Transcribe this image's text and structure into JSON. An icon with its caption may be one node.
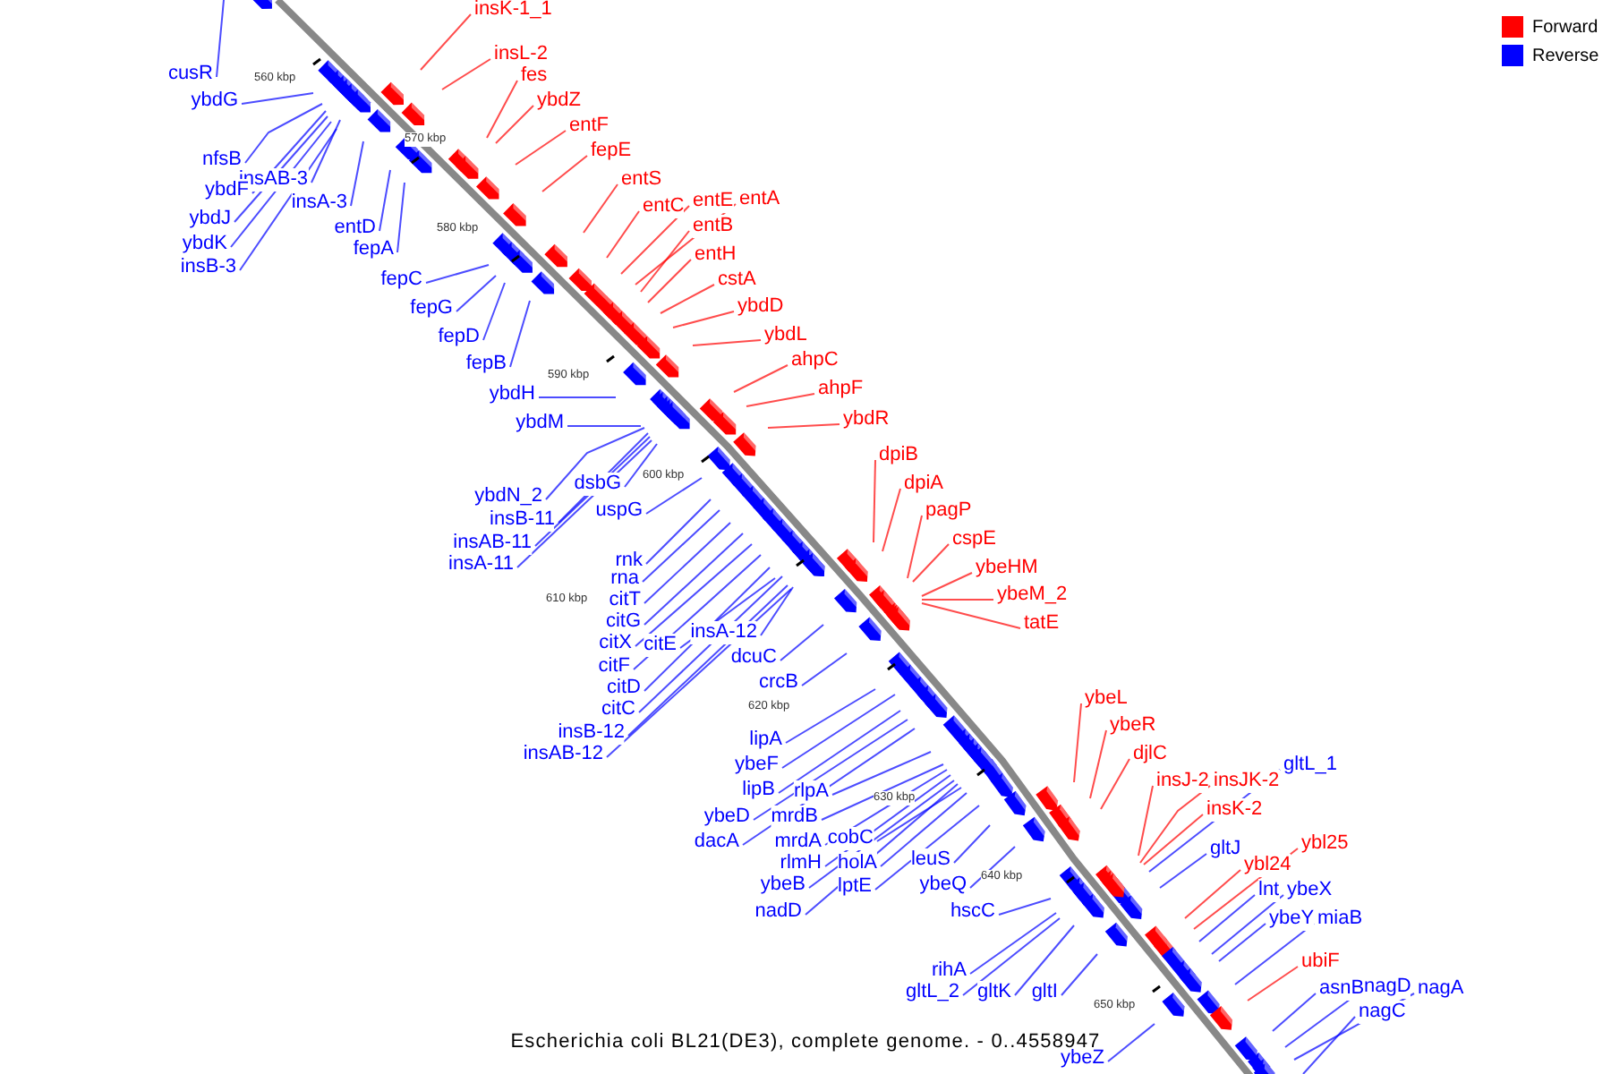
{
  "diagram": {
    "caption": "Escherichia coli BL21(DE3), complete genome. - 0..4558947",
    "nodes": [
      {
        "text": [
          "cusR"
        ]
      },
      {
        "text": [
          "insK-1_1"
        ]
      },
      {
        "text": [
          "insL-2"
        ]
      },
      {
        "text": [
          "fes"
        ]
      },
      {
        "text": [
          "ybdG"
        ]
      },
      {
        "text": [
          "ybdZ"
        ]
      },
      {
        "text": [
          "entF"
        ]
      },
      {
        "text": [
          "fepE"
        ]
      },
      {
        "text": [
          "nfsB"
        ]
      },
      {
        "text": [
          "insAB-3"
        ]
      },
      {
        "text": [
          "entS"
        ]
      },
      {
        "text": [
          "ybdF"
        ]
      },
      {
        "text": [
          "entA"
        ]
      },
      {
        "text": [
          "entE"
        ]
      },
      {
        "text": [
          "insA-3"
        ]
      },
      {
        "text": [
          "entC"
        ]
      },
      {
        "text": [
          "ybdJ"
        ]
      },
      {
        "text": [
          "entB"
        ]
      },
      {
        "text": [
          "entD"
        ]
      },
      {
        "text": [
          "ybdK"
        ]
      },
      {
        "text": [
          "fepA"
        ]
      },
      {
        "text": [
          "entH"
        ]
      },
      {
        "text": [
          "insB-3"
        ]
      },
      {
        "text": [
          "fepC"
        ]
      },
      {
        "text": [
          "cstA"
        ]
      },
      {
        "text": [
          "ybdD"
        ]
      },
      {
        "text": [
          "fepG"
        ]
      },
      {
        "text": [
          "ybdL"
        ]
      },
      {
        "text": [
          "fepD"
        ]
      },
      {
        "text": [
          "ahpC"
        ]
      },
      {
        "text": [
          "fepB"
        ]
      },
      {
        "text": [
          "ahpF"
        ]
      },
      {
        "text": [
          "ybdH"
        ]
      },
      {
        "text": [
          "ybdR"
        ]
      },
      {
        "text": [
          "ybdM"
        ]
      },
      {
        "text": [
          "dpiB"
        ]
      },
      {
        "text": [
          "dsbG"
        ]
      },
      {
        "text": [
          "dpiA"
        ]
      },
      {
        "text": [
          "ybdN_2"
        ]
      },
      {
        "text": [
          "uspG"
        ]
      },
      {
        "text": [
          "pagP"
        ]
      },
      {
        "text": [
          "insB-11"
        ]
      },
      {
        "text": [
          "cspE"
        ]
      },
      {
        "text": [
          "insAB-11"
        ]
      },
      {
        "text": [
          "rnk"
        ]
      },
      {
        "text": [
          "insA-11"
        ]
      },
      {
        "text": [
          "ybeHM"
        ]
      },
      {
        "text": [
          "rna"
        ]
      },
      {
        "text": [
          "ybeM_2"
        ]
      },
      {
        "text": [
          "citT"
        ]
      },
      {
        "text": [
          "citG"
        ]
      },
      {
        "text": [
          "tatE"
        ]
      },
      {
        "text": [
          "insA-12"
        ]
      },
      {
        "text": [
          "citX"
        ]
      },
      {
        "text": [
          "citE"
        ]
      },
      {
        "text": [
          "dcuC"
        ]
      },
      {
        "text": [
          "citF"
        ]
      },
      {
        "text": [
          "crcB"
        ]
      },
      {
        "text": [
          "citD"
        ]
      },
      {
        "text": [
          "ybeL"
        ]
      },
      {
        "text": [
          "citC"
        ]
      },
      {
        "text": [
          "ybeR"
        ]
      },
      {
        "text": [
          "insB-12"
        ]
      },
      {
        "text": [
          "lipA"
        ]
      },
      {
        "text": [
          "djlC"
        ]
      },
      {
        "text": [
          "insAB-12"
        ]
      },
      {
        "text": [
          "ybeF"
        ]
      },
      {
        "text": [
          "gltL_1"
        ]
      },
      {
        "text": [
          "insJ-2"
        ]
      },
      {
        "text": [
          "insJK-2"
        ]
      },
      {
        "text": [
          "lipB"
        ]
      },
      {
        "text": [
          "rlpA"
        ]
      },
      {
        "text": [
          "insK-2"
        ]
      },
      {
        "text": [
          "ybeD"
        ]
      },
      {
        "text": [
          "mrdB"
        ]
      },
      {
        "text": [
          "cobC"
        ]
      },
      {
        "text": [
          "dacA"
        ]
      },
      {
        "text": [
          "mrdA"
        ]
      },
      {
        "text": [
          "ybl25"
        ]
      },
      {
        "text": [
          "gltJ"
        ]
      },
      {
        "text": [
          "leuS"
        ]
      },
      {
        "text": [
          "rlmH"
        ]
      },
      {
        "text": [
          "holA"
        ]
      },
      {
        "text": [
          "ybl24"
        ]
      },
      {
        "text": [
          "ybeB"
        ]
      },
      {
        "text": [
          "ybeQ"
        ]
      },
      {
        "text": [
          "lptE"
        ]
      },
      {
        "text": [
          "lnt"
        ]
      },
      {
        "text": [
          "ybeX"
        ]
      },
      {
        "text": [
          "nadD"
        ]
      },
      {
        "text": [
          "hscC"
        ]
      },
      {
        "text": [
          "ybeY"
        ]
      },
      {
        "text": [
          "miaB"
        ]
      },
      {
        "text": [
          "ubiF"
        ]
      },
      {
        "text": [
          "rihA"
        ]
      },
      {
        "text": [
          "nagD"
        ]
      },
      {
        "text": [
          "asnB"
        ]
      },
      {
        "text": [
          "nagA"
        ]
      },
      {
        "text": [
          "gltL_2"
        ]
      },
      {
        "text": [
          "gltK"
        ]
      },
      {
        "text": [
          "gltI"
        ]
      },
      {
        "text": [
          "nagC"
        ]
      },
      {
        "text": [
          "ybeZ"
        ]
      }
    ],
    "edges": [
      {
        "from": 0,
        "to": null,
        "arrow": "none"
      },
      {
        "from": 1,
        "to": null,
        "arrow": "none",
        "color": "#ff0000"
      },
      {
        "from": 2,
        "to": null,
        "arrow": "none",
        "color": "#ff0000"
      },
      {
        "from": 3,
        "to": null,
        "arrow": "none",
        "color": "#ff0000"
      },
      {
        "from": 4,
        "to": null,
        "arrow": "none"
      },
      {
        "from": 5,
        "to": null,
        "arrow": "none",
        "color": "#ff0000"
      },
      {
        "from": 6,
        "to": null,
        "arrow": "none",
        "color": "#ff0000"
      },
      {
        "from": 7,
        "to": null,
        "arrow": "none",
        "color": "#ff0000"
      },
      {
        "from": 8,
        "to": null,
        "arrow": "none"
      },
      {
        "from": 9,
        "to": null,
        "arrow": "none"
      },
      {
        "from": 10,
        "to": null,
        "arrow": "none",
        "color": "#ff0000"
      },
      {
        "from": 11,
        "to": null,
        "arrow": "none"
      },
      {
        "from": 12,
        "to": null,
        "arrow": "none",
        "color": "#ff0000"
      },
      {
        "from": 13,
        "to": null,
        "arrow": "none",
        "color": "#ff0000"
      },
      {
        "from": 14,
        "to": null,
        "arrow": "none"
      },
      {
        "from": 15,
        "to": null,
        "arrow": "none",
        "color": "#ff0000"
      },
      {
        "from": 16,
        "to": null,
        "arrow": "none"
      },
      {
        "from": 17,
        "to": null,
        "arrow": "none",
        "color": "#ff0000"
      },
      {
        "from": 18,
        "to": null,
        "arrow": "none"
      },
      {
        "from": 19,
        "to": null,
        "arrow": "none"
      },
      {
        "from": 20,
        "to": null,
        "arrow": "none"
      },
      {
        "from": 21,
        "to": null,
        "arrow": "none",
        "color": "#ff0000"
      },
      {
        "from": 22,
        "to": null,
        "arrow": "none"
      },
      {
        "from": 23,
        "to": null,
        "arrow": "none"
      },
      {
        "from": 24,
        "to": null,
        "arrow": "none",
        "color": "#ff0000"
      },
      {
        "from": 25,
        "to": null,
        "arrow": "none",
        "color": "#ff0000"
      },
      {
        "from": 26,
        "to": null,
        "arrow": "none"
      },
      {
        "from": 27,
        "to": null,
        "arrow": "none",
        "color": "#ff0000"
      },
      {
        "from": 28,
        "to": null,
        "arrow": "none"
      },
      {
        "from": 29,
        "to": null,
        "arrow": "none",
        "color": "#ff0000"
      },
      {
        "from": 30,
        "to": null,
        "arrow": "none"
      },
      {
        "from": 31,
        "to": null,
        "arrow": "none",
        "color": "#ff0000"
      },
      {
        "from": 32,
        "to": null,
        "arrow": "none"
      },
      {
        "from": 33,
        "to": null,
        "arrow": "none",
        "color": "#ff0000"
      },
      {
        "from": 34,
        "to": null,
        "arrow": "none"
      },
      {
        "from": 35,
        "to": null,
        "arrow": "none",
        "color": "#ff0000"
      },
      {
        "from": 36,
        "to": null,
        "arrow": "none"
      },
      {
        "from": 37,
        "to": null,
        "arrow": "none",
        "color": "#ff0000"
      },
      {
        "from": 38,
        "to": null,
        "arrow": "none"
      },
      {
        "from": 39,
        "to": null,
        "arrow": "none"
      },
      {
        "from": 40,
        "to": null,
        "arrow": "none",
        "color": "#ff0000"
      },
      {
        "from": 41,
        "to": null,
        "arrow": "none"
      },
      {
        "from": 42,
        "to": null,
        "arrow": "none",
        "color": "#ff0000"
      },
      {
        "from": 43,
        "to": null,
        "arrow": "none"
      },
      {
        "from": 44,
        "to": null,
        "arrow": "none"
      },
      {
        "from": 45,
        "to": null,
        "arrow": "none"
      },
      {
        "from": 46,
        "to": null,
        "arrow": "none",
        "color": "#ff0000"
      },
      {
        "from": 47,
        "to": null,
        "arrow": "none"
      },
      {
        "from": 48,
        "to": null,
        "arrow": "none",
        "color": "#ff0000"
      },
      {
        "from": 49,
        "to": null,
        "arrow": "none"
      },
      {
        "from": 50,
        "to": null,
        "arrow": "none"
      },
      {
        "from": 51,
        "to": null,
        "arrow": "none",
        "color": "#ff0000"
      },
      {
        "from": 52,
        "to": null,
        "arrow": "none"
      },
      {
        "from": 53,
        "to": null,
        "arrow": "none"
      },
      {
        "from": 54,
        "to": null,
        "arrow": "none"
      },
      {
        "from": 55,
        "to": null,
        "arrow": "none"
      },
      {
        "from": 56,
        "to": null,
        "arrow": "none"
      },
      {
        "from": 57,
        "to": null,
        "arrow": "none"
      },
      {
        "from": 58,
        "to": null,
        "arrow": "none"
      },
      {
        "from": 59,
        "to": null,
        "arrow": "none",
        "color": "#ff0000"
      },
      {
        "from": 60,
        "to": null,
        "arrow": "none"
      },
      {
        "from": 61,
        "to": null,
        "arrow": "none",
        "color": "#ff0000"
      },
      {
        "from": 62,
        "to": null,
        "arrow": "none"
      },
      {
        "from": 63,
        "to": null,
        "arrow": "none"
      },
      {
        "from": 64,
        "to": null,
        "arrow": "none",
        "color": "#ff0000"
      },
      {
        "from": 65,
        "to": null,
        "arrow": "none"
      },
      {
        "from": 66,
        "to": null,
        "arrow": "none"
      },
      {
        "from": 67,
        "to": null,
        "arrow": "none"
      },
      {
        "from": 68,
        "to": null,
        "arrow": "none",
        "color": "#ff0000"
      },
      {
        "from": 69,
        "to": null,
        "arrow": "none",
        "color": "#ff0000"
      },
      {
        "from": 70,
        "to": null,
        "arrow": "none"
      },
      {
        "from": 71,
        "to": null,
        "arrow": "none"
      },
      {
        "from": 72,
        "to": null,
        "arrow": "none",
        "color": "#ff0000"
      },
      {
        "from": 73,
        "to": null,
        "arrow": "none"
      },
      {
        "from": 74,
        "to": null,
        "arrow": "none"
      },
      {
        "from": 75,
        "to": null,
        "arrow": "none"
      },
      {
        "from": 76,
        "to": null,
        "arrow": "none"
      },
      {
        "from": 77,
        "to": null,
        "arrow": "none"
      },
      {
        "from": 78,
        "to": null,
        "arrow": "none",
        "color": "#ff0000"
      },
      {
        "from": 79,
        "to": null,
        "arrow": "none"
      },
      {
        "from": 80,
        "to": null,
        "arrow": "none"
      },
      {
        "from": 81,
        "to": null,
        "arrow": "none"
      },
      {
        "from": 82,
        "to": null,
        "arrow": "none"
      },
      {
        "from": 83,
        "to": null,
        "arrow": "none",
        "color": "#ff0000"
      },
      {
        "from": 84,
        "to": null,
        "arrow": "none"
      },
      {
        "from": 85,
        "to": null,
        "arrow": "none"
      },
      {
        "from": 86,
        "to": null,
        "arrow": "none"
      },
      {
        "from": 87,
        "to": null,
        "arrow": "none"
      },
      {
        "from": 88,
        "to": null,
        "arrow": "none"
      },
      {
        "from": 89,
        "to": null,
        "arrow": "none"
      },
      {
        "from": 90,
        "to": null,
        "arrow": "none"
      },
      {
        "from": 91,
        "to": null,
        "arrow": "none"
      },
      {
        "from": 92,
        "to": null,
        "arrow": "none"
      },
      {
        "from": 93,
        "to": null,
        "arrow": "none",
        "color": "#ff0000"
      },
      {
        "from": 94,
        "to": null,
        "arrow": "none"
      },
      {
        "from": 95,
        "to": null,
        "arrow": "none"
      },
      {
        "from": 96,
        "to": null,
        "arrow": "none"
      },
      {
        "from": 97,
        "to": null,
        "arrow": "none"
      },
      {
        "from": 98,
        "to": null,
        "arrow": "none"
      },
      {
        "from": 99,
        "to": null,
        "arrow": "none"
      },
      {
        "from": 100,
        "to": null,
        "arrow": "none"
      },
      {
        "from": 101,
        "to": null,
        "arrow": "none"
      },
      {
        "from": 102,
        "to": null,
        "arrow": "none"
      }
    ],
    "labels": [
      "560 kbp",
      "570 kbp",
      "580 kbp",
      "590 kbp",
      "600 kbp",
      "610 kbp",
      "620 kbp",
      "630 kbp",
      "640 kbp",
      "650 kbp"
    ],
    "legend": [
      {
        "text": "Forward",
        "color": "#ff0000"
      },
      {
        "text": "Reverse",
        "color": "#0000ff"
      }
    ]
  }
}
